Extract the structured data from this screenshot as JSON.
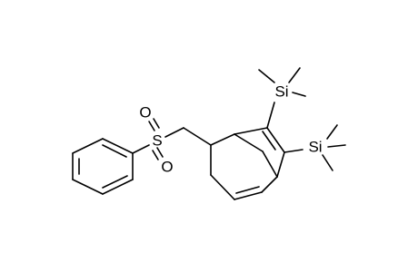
{
  "structure": {
    "atom_labels": {
      "oxygen_top": "O",
      "sulfur": "S",
      "oxygen_bottom": "O",
      "silicon_upper": "Si",
      "silicon_right": "Si"
    },
    "colors": {
      "bond": "#000000",
      "label": "#000000",
      "background": "#ffffff"
    }
  }
}
